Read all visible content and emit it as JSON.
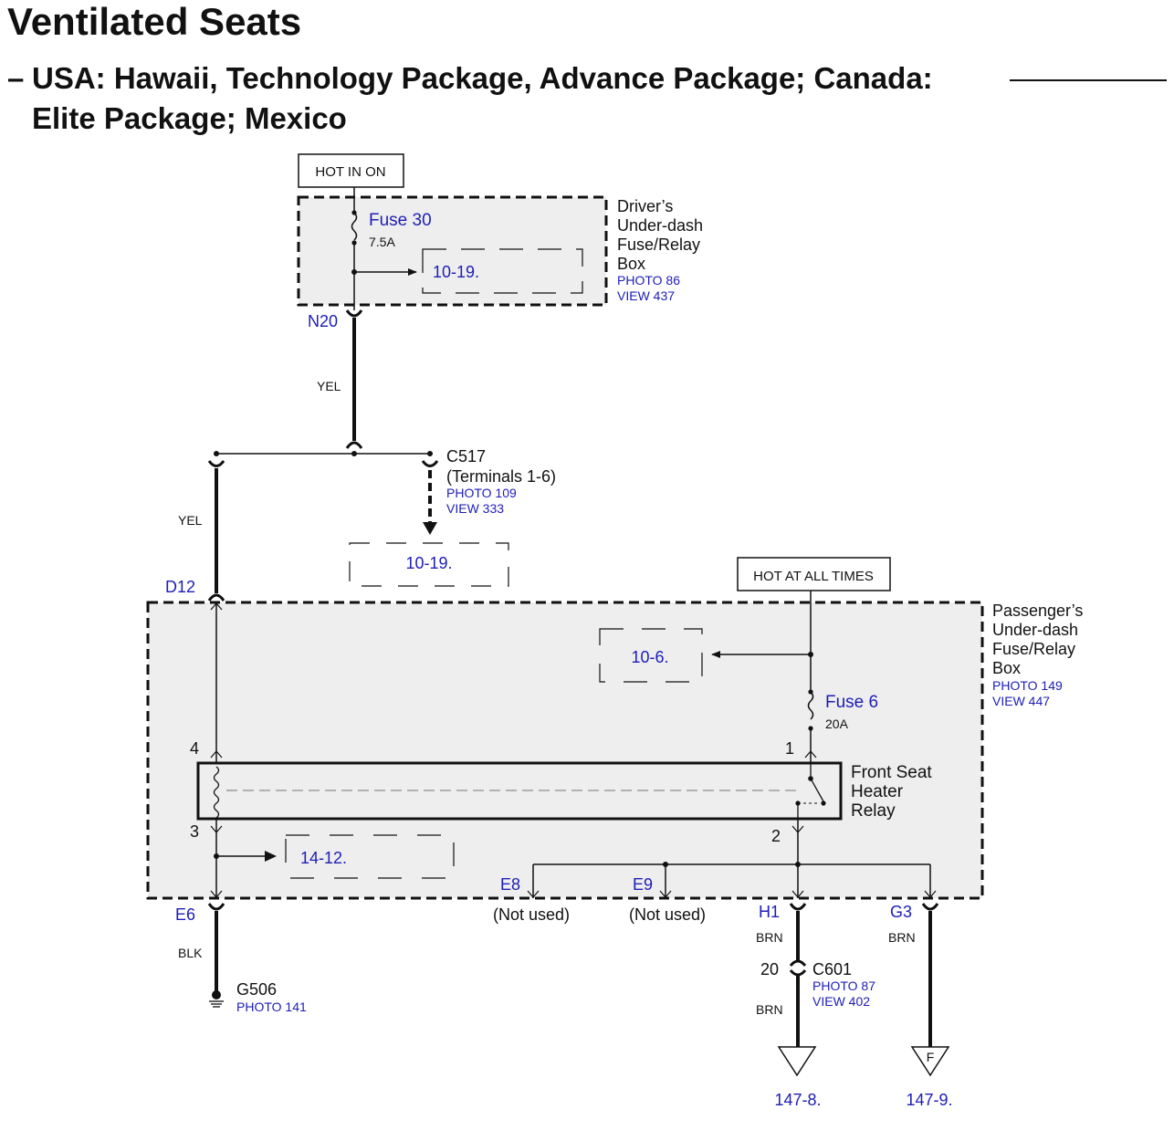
{
  "header": {
    "title": "Ventilated Seats",
    "subtitle_dash": "–",
    "subtitle_line1": "USA: Hawaii, Technology Package, Advance Package; Canada:",
    "subtitle_line2": "Elite Package; Mexico"
  },
  "power_labels": {
    "hot_in_on": "HOT IN ON",
    "hot_at_all_times": "HOT AT ALL TIMES"
  },
  "driver_box": {
    "name_lines": [
      "Driver’s",
      "Under-dash",
      "Fuse/Relay",
      "Box"
    ],
    "photo": "PHOTO 86",
    "view": "VIEW 437",
    "fuse_label": "Fuse 30",
    "fuse_rating": "7.5A",
    "ref": "10-19.",
    "terminal": "N20"
  },
  "wires": {
    "n20": "YEL",
    "d12": "YEL",
    "e6": "BLK",
    "h1_upper": "BRN",
    "h1_lower": "BRN",
    "g3": "BRN"
  },
  "c517": {
    "name": "C517",
    "terminals": "(Terminals 1-6)",
    "photo": "PHOTO 109",
    "view": "VIEW 333",
    "ref": "10-19."
  },
  "passenger_box": {
    "name_lines": [
      "Passenger’s",
      "Under-dash",
      "Fuse/Relay",
      "Box"
    ],
    "photo": "PHOTO 149",
    "view": "VIEW 447",
    "fuse_label": "Fuse 6",
    "fuse_rating": "20A",
    "ref_top": "10-6.",
    "ref_left": "14-12.",
    "terminals": {
      "d12": "D12",
      "e6": "E6",
      "e8": "E8",
      "e9": "E9",
      "h1": "H1",
      "g3": "G3"
    },
    "not_used": "(Not used)"
  },
  "relay": {
    "name_lines": [
      "Front Seat",
      "Heater",
      "Relay"
    ],
    "pins": {
      "p1": "1",
      "p2": "2",
      "p3": "3",
      "p4": "4"
    }
  },
  "ground": {
    "name": "G506",
    "photo": "PHOTO 141"
  },
  "c601": {
    "name": "C601",
    "pin": "20",
    "photo": "PHOTO 87",
    "view": "VIEW 402"
  },
  "offpage": {
    "h1_ref": "147-8.",
    "g3_letter": "F",
    "g3_ref": "147-9."
  },
  "colors": {
    "line": "#111111",
    "reference_blue": "#1d1db8",
    "box_fill": "#eeeeee"
  }
}
